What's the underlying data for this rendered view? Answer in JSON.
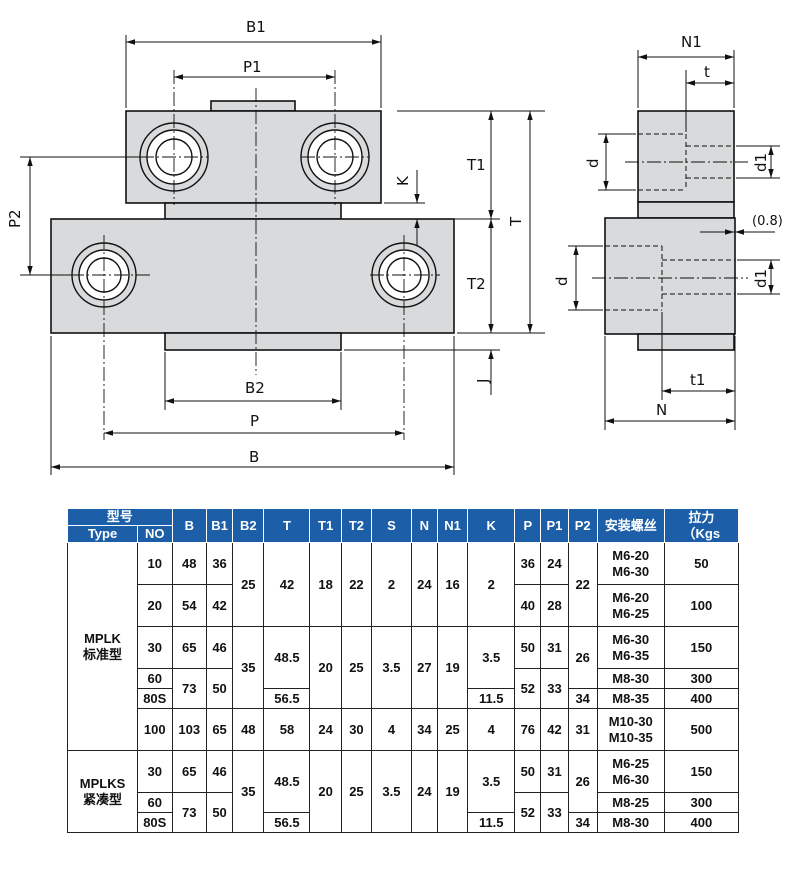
{
  "drawing": {
    "labels": {
      "B1": "B1",
      "P1": "P1",
      "P2": "P2",
      "K": "K",
      "T1": "T1",
      "T": "T",
      "T2": "T2",
      "J": "J",
      "B2": "B2",
      "P": "P",
      "B": "B",
      "N1": "N1",
      "t": "t",
      "d": "d",
      "d1": "d1",
      "gap": "(0.8)",
      "t1": "t1",
      "N": "N"
    }
  },
  "table": {
    "header": {
      "model_cn": "型号",
      "type": "Type",
      "no": "NO",
      "cols": [
        "B",
        "B1",
        "B2",
        "T",
        "T1",
        "T2",
        "S",
        "N",
        "N1",
        "K",
        "P",
        "P1",
        "P2"
      ],
      "screw_cn": "安装螺丝",
      "pull": "拉力",
      "pull_unit": "（Kgs"
    },
    "mplk": {
      "name": "MPLK",
      "name_cn": "标准型"
    },
    "mplks": {
      "name": "MPLKS",
      "name_cn": "紧凑型"
    },
    "r10": {
      "no": "10",
      "B": "48",
      "B1": "36",
      "B2": "25",
      "T": "42",
      "T1": "18",
      "T2": "22",
      "S": "2",
      "N": "24",
      "N1": "16",
      "K": "2",
      "P": "36",
      "P1": "24",
      "P2": "22",
      "screw1": "M6-20",
      "screw2": "M6-30",
      "pull": "50"
    },
    "r20": {
      "no": "20",
      "B": "54",
      "B1": "42",
      "P": "40",
      "P1": "28",
      "screw1": "M6-20",
      "screw2": "M6-25",
      "pull": "100"
    },
    "r30": {
      "no": "30",
      "B": "65",
      "B1": "46",
      "B2": "35",
      "T": "48.5",
      "T1": "20",
      "T2": "25",
      "S": "3.5",
      "N": "27",
      "N1": "19",
      "K": "3.5",
      "P": "50",
      "P1": "31",
      "P2": "26",
      "screw1": "M6-30",
      "screw2": "M6-35",
      "pull": "150"
    },
    "r60": {
      "no": "60",
      "B": "73",
      "B1": "50",
      "P": "52",
      "P1": "33",
      "screw": "M8-30",
      "pull": "300"
    },
    "r80": {
      "no": "80S",
      "T": "56.5",
      "K": "11.5",
      "P2": "34",
      "screw": "M8-35",
      "pull": "400"
    },
    "r100": {
      "no": "100",
      "B": "103",
      "B1": "65",
      "B2": "48",
      "T": "58",
      "T1": "24",
      "T2": "30",
      "S": "4",
      "N": "34",
      "N1": "25",
      "K": "4",
      "P": "76",
      "P1": "42",
      "P2": "31",
      "screw1": "M10-30",
      "screw2": "M10-35",
      "pull": "500"
    },
    "s30": {
      "no": "30",
      "B": "65",
      "B1": "46",
      "B2": "35",
      "T": "48.5",
      "T1": "20",
      "T2": "25",
      "S": "3.5",
      "N": "24",
      "N1": "19",
      "K": "3.5",
      "P": "50",
      "P1": "31",
      "P2": "26",
      "screw1": "M6-25",
      "screw2": "M6-30",
      "pull": "150"
    },
    "s60": {
      "no": "60",
      "B": "73",
      "B1": "50",
      "P": "52",
      "P1": "33",
      "screw": "M8-25",
      "pull": "300"
    },
    "s80": {
      "no": "80S",
      "T": "56.5",
      "K": "11.5",
      "P2": "34",
      "screw": "M8-30",
      "pull": "400"
    }
  }
}
